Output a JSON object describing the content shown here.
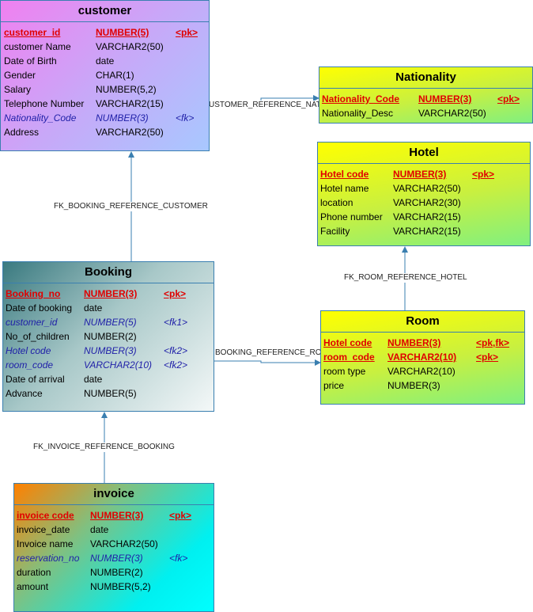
{
  "colors": {
    "line": "#3a7fb0",
    "pk_text": "#e00000",
    "fk_text": "#1f1fa8"
  },
  "relationships": {
    "customer_nationality": "USTOMER_REFERENCE_NAT",
    "booking_customer": "FK_BOOKING_REFERENCE_CUSTOMER",
    "room_hotel": "FK_ROOM_REFERENCE_HOTEL",
    "booking_room": "BOOKING_REFERENCE_RO",
    "invoice_booking": "FK_INVOICE_REFERENCE_BOOKING"
  },
  "entities": {
    "customer": {
      "title": "customer",
      "rows": [
        {
          "name": "customer_id",
          "type": "NUMBER(5)",
          "key": "<pk>"
        },
        {
          "name": "customer  Name",
          "type": "VARCHAR2(50)",
          "key": ""
        },
        {
          "name": "Date of Birth",
          "type": "date",
          "key": ""
        },
        {
          "name": "Gender",
          "type": "CHAR(1)",
          "key": ""
        },
        {
          "name": "Salary",
          "type": "NUMBER(5,2)",
          "key": ""
        },
        {
          "name": "Telephone Number",
          "type": "VARCHAR2(15)",
          "key": ""
        },
        {
          "name": "Nationality_Code",
          "type": "NUMBER(3)",
          "key": "<fk>"
        },
        {
          "name": "Address",
          "type": "VARCHAR2(50)",
          "key": ""
        }
      ]
    },
    "nationality": {
      "title": "Nationality",
      "rows": [
        {
          "name": "Nationality_Code",
          "type": "NUMBER(3)",
          "key": "<pk>"
        },
        {
          "name": "Nationality_Desc",
          "type": "VARCHAR2(50)",
          "key": ""
        }
      ]
    },
    "hotel": {
      "title": "Hotel",
      "rows": [
        {
          "name": "Hotel code",
          "type": "NUMBER(3)",
          "key": "<pk>"
        },
        {
          "name": "Hotel name",
          "type": "VARCHAR2(50)",
          "key": ""
        },
        {
          "name": "location",
          "type": "VARCHAR2(30)",
          "key": ""
        },
        {
          "name": "Phone number",
          "type": "VARCHAR2(15)",
          "key": ""
        },
        {
          "name": "Facility",
          "type": "VARCHAR2(15)",
          "key": ""
        }
      ]
    },
    "booking": {
      "title": "Booking",
      "rows": [
        {
          "name": "Booking_no",
          "type": "NUMBER(3)",
          "key": "<pk>"
        },
        {
          "name": "Date of booking",
          "type": "date",
          "key": ""
        },
        {
          "name": "customer_id",
          "type": "NUMBER(5)",
          "key": "<fk1>"
        },
        {
          "name": "No_of_children",
          "type": "NUMBER(2)",
          "key": ""
        },
        {
          "name": "Hotel code",
          "type": "NUMBER(3)",
          "key": "<fk2>"
        },
        {
          "name": "room_code",
          "type": "VARCHAR2(10)",
          "key": "<fk2>"
        },
        {
          "name": "Date of arrival",
          "type": "date",
          "key": ""
        },
        {
          "name": "Advance",
          "type": "NUMBER(5)",
          "key": ""
        }
      ]
    },
    "room": {
      "title": "Room",
      "rows": [
        {
          "name": "Hotel code",
          "type": "NUMBER(3)",
          "key": "<pk,fk>"
        },
        {
          "name": "room_code",
          "type": "VARCHAR2(10)",
          "key": "<pk>"
        },
        {
          "name": "room  type",
          "type": "VARCHAR2(10)",
          "key": ""
        },
        {
          "name": "price",
          "type": "NUMBER(3)",
          "key": ""
        }
      ]
    },
    "invoice": {
      "title": "invoice",
      "rows": [
        {
          "name": "invoice code",
          "type": "NUMBER(3)",
          "key": "<pk>"
        },
        {
          "name": "invoice_date",
          "type": "date",
          "key": ""
        },
        {
          "name": "Invoice name",
          "type": "VARCHAR2(50)",
          "key": ""
        },
        {
          "name": "reservation_no",
          "type": "NUMBER(3)",
          "key": "<fk>"
        },
        {
          "name": "duration",
          "type": "NUMBER(2)",
          "key": ""
        },
        {
          "name": "amount",
          "type": "NUMBER(5,2)",
          "key": ""
        }
      ]
    }
  }
}
